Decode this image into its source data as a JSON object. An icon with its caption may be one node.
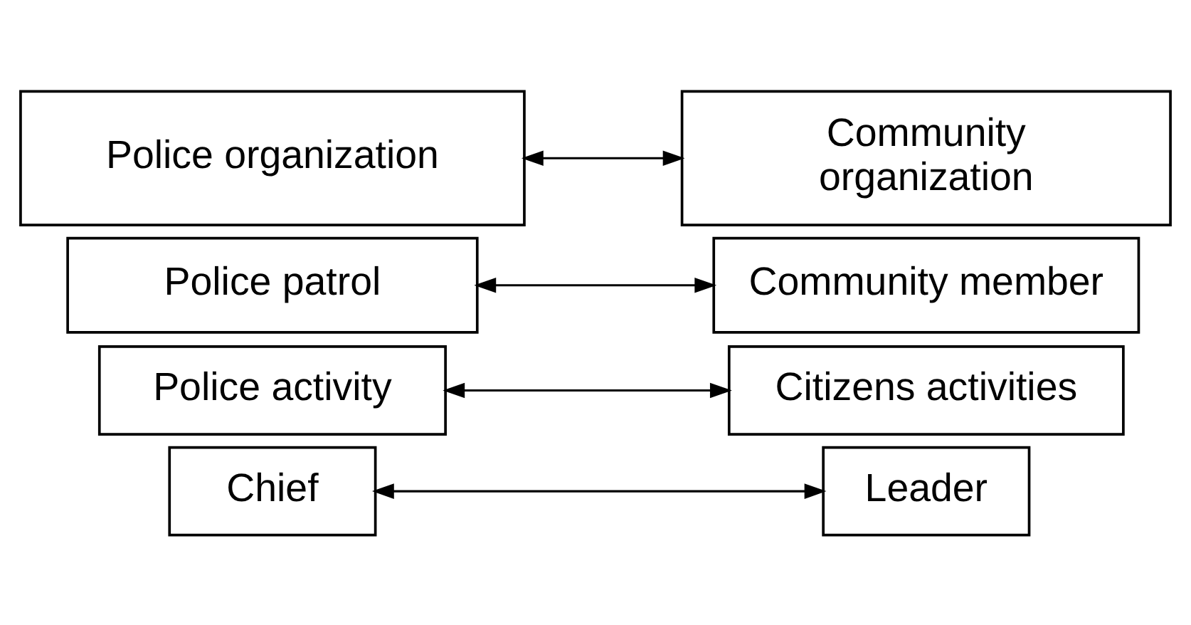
{
  "diagram": {
    "nodes": [
      {
        "text": [
          "Chief"
        ]
      },
      {
        "text": [
          "Leader"
        ]
      },
      {
        "text": [
          "Police activity"
        ]
      },
      {
        "text": [
          "Citizens activities"
        ]
      },
      {
        "text": [
          "Police patrol"
        ]
      },
      {
        "text": [
          "Community member"
        ]
      },
      {
        "text": [
          "Police organization"
        ]
      },
      {
        "text": [
          "Community organization"
        ]
      }
    ],
    "edges": [
      {
        "from": 0,
        "to": 1,
        "arrow": "both"
      },
      {
        "from": 2,
        "to": 3,
        "arrow": "both"
      },
      {
        "from": 4,
        "to": 5,
        "arrow": "both"
      },
      {
        "from": 6,
        "to": 7,
        "arrow": "both"
      }
    ]
  }
}
